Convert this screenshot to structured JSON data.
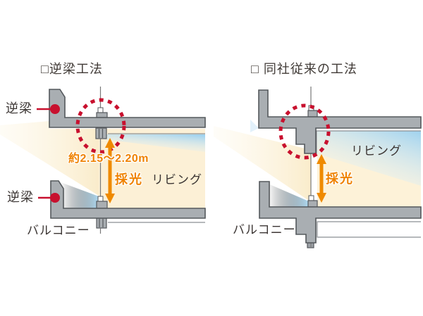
{
  "left_diagram": {
    "title": "□逆梁工法",
    "labels": {
      "beam_top": "逆梁",
      "beam_bottom": "逆梁",
      "dimension": "約2.15〜2.20m",
      "daylight": "採光",
      "living": "リビング",
      "balcony": "バルコニー"
    }
  },
  "right_diagram": {
    "title": "□ 同社従来の工法",
    "labels": {
      "living": "リビング",
      "daylight": "採光",
      "balcony": "バルコニー"
    }
  },
  "colors": {
    "accent_red": "#c8102e",
    "accent_orange": "#ef8a00",
    "concrete_gray": "#a9aeb2",
    "outline_gray": "#54585c",
    "ceiling_line_gray": "#8b8f93",
    "light_cream": "#fbeecf",
    "light_blue": "#a9d8f2",
    "text_dark": "#3b3533"
  }
}
